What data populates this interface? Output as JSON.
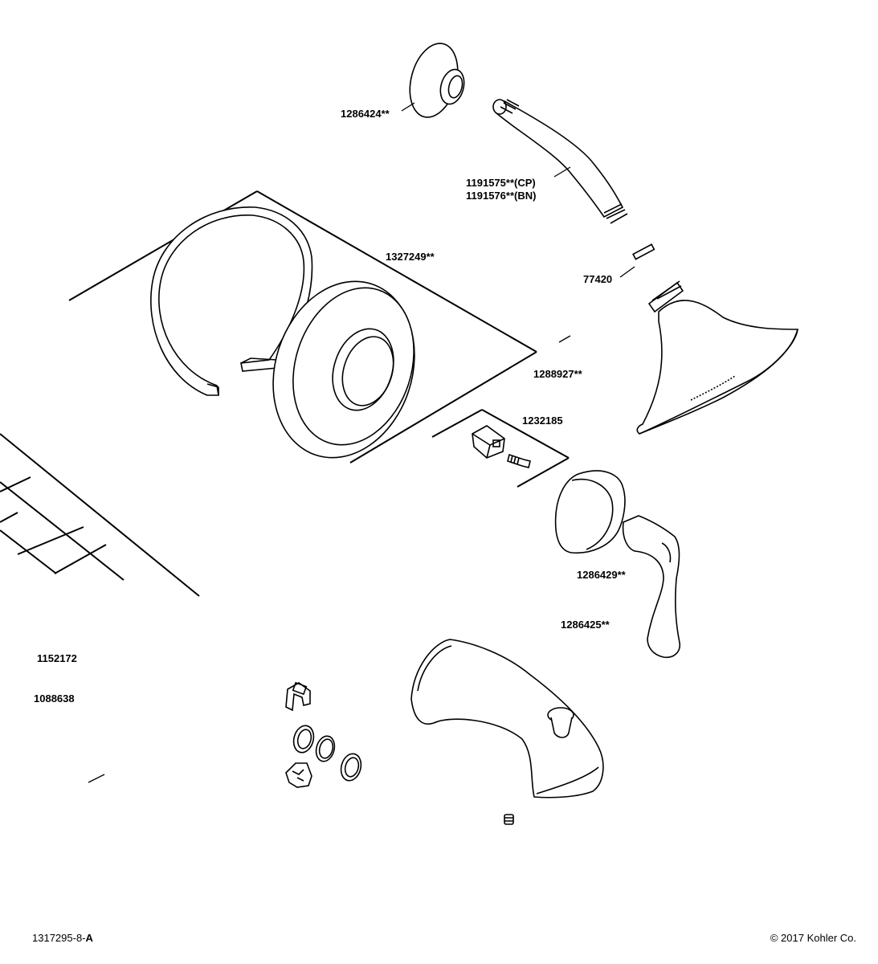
{
  "labels": {
    "flange_top": "1286424**",
    "shower_arm_cp": "1191575**(CP)",
    "shower_arm_bn": "1191576**(BN)",
    "escutcheon_kit": "1327249**",
    "pin": "77420",
    "showerhead": "1288927**",
    "adapter_kit": "1232185",
    "handle_base": "1286429**",
    "lever_handle": "1286425**",
    "part_1152172": "1152172",
    "part_1088638": "1088638"
  },
  "footer": {
    "doc_number": "1317295-8-",
    "doc_revision": "A",
    "copyright": "© 2017 Kohler Co."
  }
}
